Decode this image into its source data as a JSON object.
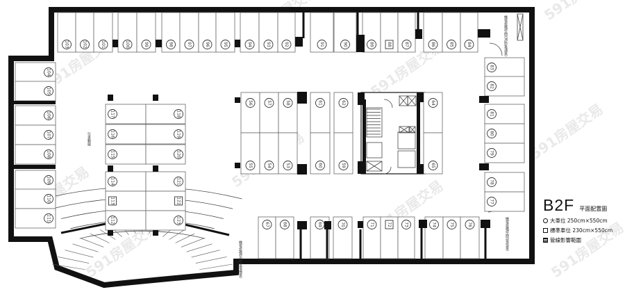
{
  "floor": {
    "level": "B2F",
    "title": "平面配置圖"
  },
  "legend": [
    {
      "icon": "circle-icon",
      "text": "大車位 250cm×550cm"
    },
    {
      "icon": "square-icon",
      "text": "標準車位 230cm×550cm"
    },
    {
      "icon": "hatched-icon",
      "text": "管線影響範圍"
    }
  ],
  "labels": {
    "driveway": "行車動線",
    "room_top_right": "機電設備空間(消防泵浦室)",
    "room_bottom_right": "機電設備空間(電信室)",
    "room_bottom": "機電設備空間(發電機室)"
  },
  "watermark": "591房屋交易",
  "spaces": {
    "top_row": [
      {
        "no": "103",
        "type": "large"
      },
      {
        "no": "102",
        "type": "large"
      },
      {
        "no": "101",
        "type": "large"
      },
      {
        "no": "100",
        "type": "large"
      },
      {
        "no": "99",
        "type": "large"
      },
      {
        "no": "98",
        "type": "large"
      },
      {
        "no": "97",
        "type": "large"
      },
      {
        "no": "96",
        "type": "large"
      },
      {
        "no": "95",
        "type": "large"
      },
      {
        "no": "94",
        "type": "large"
      },
      {
        "no": "93",
        "type": "large"
      },
      {
        "no": "92",
        "type": "large"
      },
      {
        "no": "91",
        "type": "large"
      },
      {
        "no": "90",
        "type": "large"
      },
      {
        "no": "89",
        "type": "large"
      },
      {
        "no": "88",
        "type": "standard"
      },
      {
        "no": "87",
        "type": "large"
      },
      {
        "no": "86",
        "type": "large"
      },
      {
        "no": "85",
        "type": "large"
      },
      {
        "no": "84",
        "type": "large"
      }
    ],
    "right_column": [
      {
        "no": "83",
        "type": "large"
      },
      {
        "no": "82",
        "type": "large"
      },
      {
        "no": "81",
        "type": "large"
      },
      {
        "no": "80",
        "type": "large"
      },
      {
        "no": "79",
        "type": "large"
      },
      {
        "no": "78",
        "type": "large"
      },
      {
        "no": "77",
        "type": "large"
      }
    ],
    "bottom_row": [
      {
        "no": "67",
        "type": "large"
      },
      {
        "no": "68",
        "type": "large"
      },
      {
        "no": "69",
        "type": "large"
      },
      {
        "no": "70",
        "type": "large"
      },
      {
        "no": "71",
        "type": "large"
      },
      {
        "no": "72",
        "type": "standard"
      },
      {
        "no": "73",
        "type": "large"
      },
      {
        "no": "74",
        "type": "large"
      },
      {
        "no": "75",
        "type": "large"
      },
      {
        "no": "76",
        "type": "large"
      }
    ],
    "left_column": [
      {
        "no": "104",
        "type": "large"
      },
      {
        "no": "105",
        "type": "large"
      },
      {
        "no": "106",
        "type": "large"
      },
      {
        "no": "107",
        "type": "large"
      },
      {
        "no": "108",
        "type": "large"
      },
      {
        "no": "109",
        "type": "large"
      },
      {
        "no": "110",
        "type": "large"
      },
      {
        "no": "111",
        "type": "large"
      }
    ],
    "island_left": [
      {
        "no": "117",
        "type": "large"
      },
      {
        "no": "116",
        "type": "large"
      },
      {
        "no": "115",
        "type": "large"
      },
      {
        "no": "114",
        "type": "large"
      },
      {
        "no": "113",
        "type": "standard"
      },
      {
        "no": "112",
        "type": "large"
      }
    ],
    "island_right": [
      {
        "no": "118",
        "type": "large"
      },
      {
        "no": "119",
        "type": "large"
      },
      {
        "no": "120",
        "type": "large"
      },
      {
        "no": "121",
        "type": "large"
      },
      {
        "no": "122",
        "type": "standard"
      },
      {
        "no": "123",
        "type": "large"
      }
    ],
    "middle_top": [
      {
        "no": "56",
        "type": "large"
      },
      {
        "no": "57",
        "type": "large"
      },
      {
        "no": "58",
        "type": "large"
      },
      {
        "no": "61",
        "type": "large"
      },
      {
        "no": "62",
        "type": "large"
      },
      {
        "no": "64",
        "type": "large"
      }
    ],
    "middle_bottom": [
      {
        "no": "55",
        "type": "large"
      },
      {
        "no": "54",
        "type": "large"
      },
      {
        "no": "53",
        "type": "large"
      },
      {
        "no": "60",
        "type": "large"
      },
      {
        "no": "59",
        "type": "large"
      },
      {
        "no": "65",
        "type": "large"
      }
    ]
  }
}
